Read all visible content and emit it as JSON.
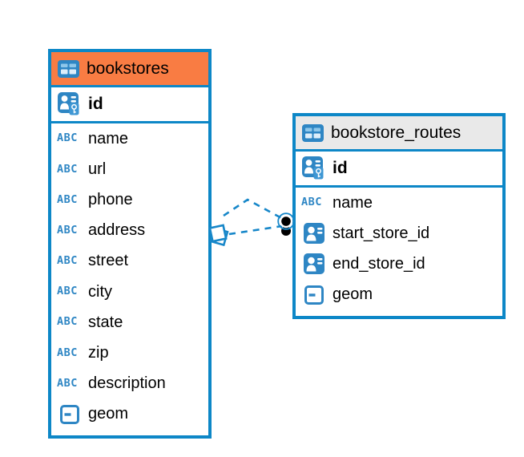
{
  "icons": {
    "text_type_label": "ABC"
  },
  "colors": {
    "border_blue": "#0d87c7",
    "icon_blue": "#2e86c4",
    "selected_header_orange": "#f97c43",
    "header_gray": "#e9e9e9",
    "connector_blue": "#1787c9",
    "connector_marker_black": "#000000",
    "field_text": "#000000"
  },
  "diagram": {
    "tables": [
      {
        "name": "bookstores",
        "header_style": "selected-orange",
        "fields": [
          {
            "name": "id",
            "type": "primary-key"
          },
          {
            "name": "name",
            "type": "text"
          },
          {
            "name": "url",
            "type": "text"
          },
          {
            "name": "phone",
            "type": "text"
          },
          {
            "name": "address",
            "type": "text"
          },
          {
            "name": "street",
            "type": "text"
          },
          {
            "name": "city",
            "type": "text"
          },
          {
            "name": "state",
            "type": "text"
          },
          {
            "name": "zip",
            "type": "text"
          },
          {
            "name": "description",
            "type": "text"
          },
          {
            "name": "geom",
            "type": "geometry"
          }
        ]
      },
      {
        "name": "bookstore_routes",
        "header_style": "gray",
        "fields": [
          {
            "name": "id",
            "type": "primary-key"
          },
          {
            "name": "name",
            "type": "text"
          },
          {
            "name": "start_store_id",
            "type": "reference"
          },
          {
            "name": "end_store_id",
            "type": "reference"
          },
          {
            "name": "geom",
            "type": "geometry"
          }
        ]
      }
    ],
    "relationships": {
      "count": 2,
      "between": [
        "bookstores",
        "bookstore_routes"
      ],
      "line_style": "dashed",
      "left_end_marker": "double-square",
      "right_end_marker": "stacked-black-circles"
    }
  }
}
